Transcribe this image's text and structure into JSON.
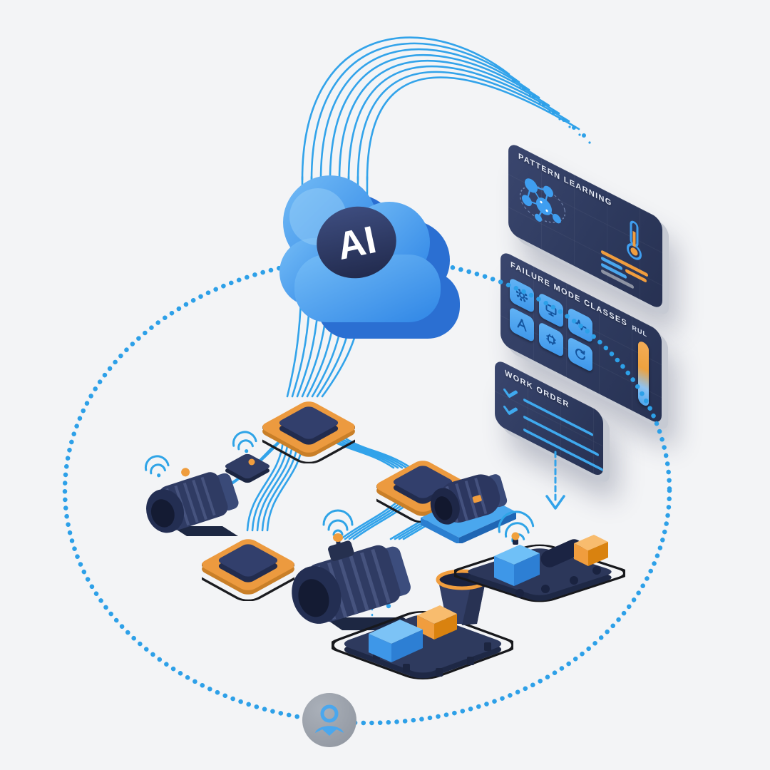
{
  "cloud": {
    "label": "AI"
  },
  "panels": {
    "pattern": {
      "title": "PATTERN LEARNING"
    },
    "failure": {
      "title": "FAILURE MODE CLASSES",
      "gauge_label": "RUL"
    },
    "work_order": {
      "title": "WORK ORDER"
    }
  },
  "icons": {
    "failure_mode_tiles": [
      "gear-icon",
      "monitor-icon",
      "waveform-icon",
      "compass-icon",
      "chip-icon",
      "cycle-icon"
    ],
    "other": [
      "network-icon",
      "thermometer-icon",
      "check-icon",
      "wifi-icon",
      "person-icon"
    ]
  },
  "colors": {
    "background": "#f3f4f6",
    "accent_blue": "#32a3ea",
    "dot_blue": "#2da0e8",
    "panel_navy": "#2e3a5e",
    "machine_navy": "#2e3a60",
    "orange": "#f09d3e",
    "light_blue": "#4aa7ee",
    "edge_gray": "#c6cad3"
  }
}
